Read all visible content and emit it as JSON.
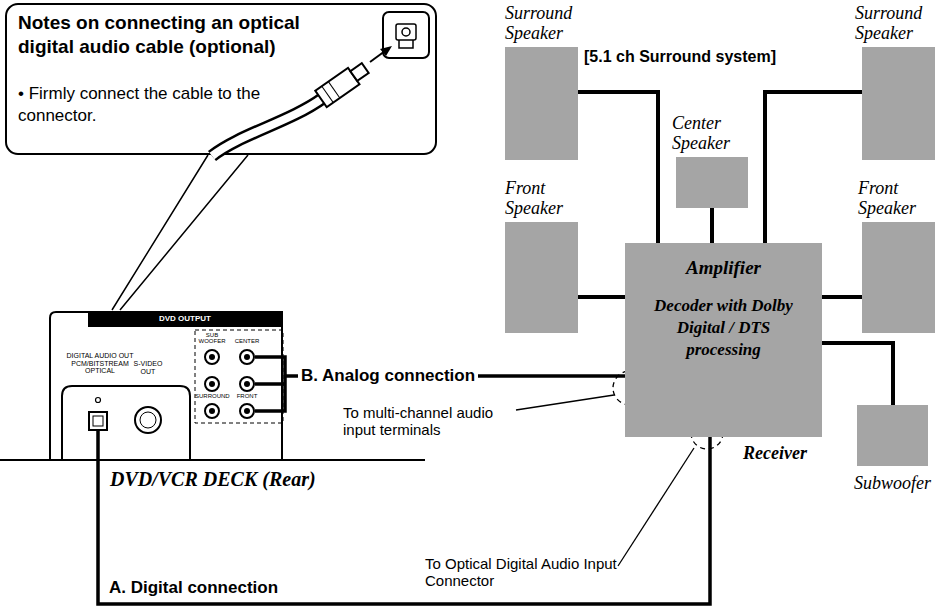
{
  "diagram": {
    "nodes": [
      {
        "text": [
          "Notes on connecting an optical digital audio cable (optional)",
          "• Firmly connect the cable to the connector."
        ]
      },
      {
        "text": [
          "Surround Speaker"
        ]
      },
      {
        "text": [
          "Surround Speaker"
        ]
      },
      {
        "text": [
          "Center Speaker"
        ]
      },
      {
        "text": [
          "Front Speaker"
        ]
      },
      {
        "text": [
          "Amplifier",
          "Decoder with Dolby Digital / DTS processing",
          "Receiver"
        ]
      },
      {
        "text": [
          "Front Speaker"
        ]
      },
      {
        "text": [
          "DVD OUTPUT",
          "DVD/VCR DECK (Rear)"
        ]
      },
      {
        "text": [
          "Subwoofer"
        ]
      }
    ],
    "edges": [
      {
        "from": 0,
        "to": 7,
        "arrow": "none"
      },
      {
        "from": 5,
        "to": 1,
        "arrow": "none"
      },
      {
        "from": 5,
        "to": 2,
        "arrow": "none"
      },
      {
        "from": 5,
        "to": 3,
        "arrow": "none"
      },
      {
        "from": 5,
        "to": 4,
        "arrow": "none"
      },
      {
        "from": 5,
        "to": 6,
        "arrow": "none"
      },
      {
        "from": 5,
        "to": 8,
        "arrow": "none"
      },
      {
        "from": 7,
        "to": 5,
        "label": "B. Analog connection",
        "arrow": "none"
      },
      {
        "from": 7,
        "to": 5,
        "label": "A. Digital connection",
        "arrow": "none"
      }
    ],
    "labels": [
      "[5.1 ch Surround system]",
      "To multi-channel audio input terminals",
      "To Optical Digital Audio Input Connector",
      "DIGITAL AUDIO OUT PCM/BITSTREAM OPTICAL",
      "S-VIDEO OUT",
      "SUB WOOFER",
      "CENTER",
      "SURROUND",
      "FRONT"
    ]
  }
}
